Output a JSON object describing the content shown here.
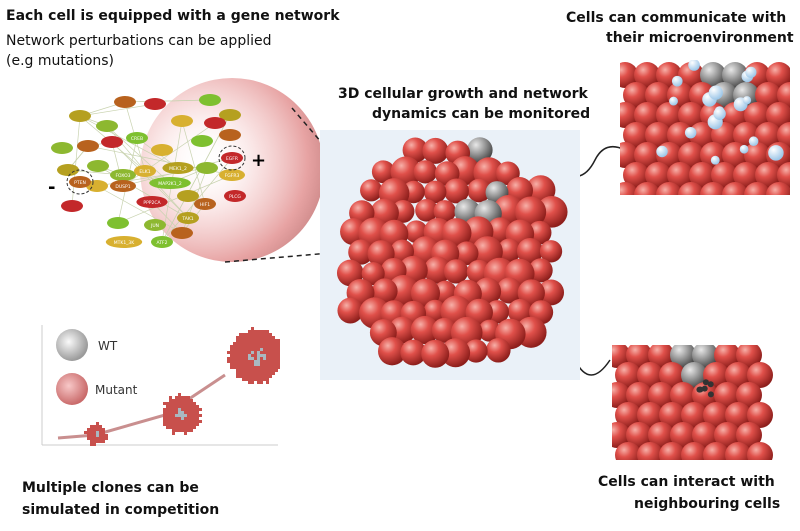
{
  "texts": {
    "gene_network_title": "Each cell is equipped with a gene network",
    "perturb_line1": "Network perturbations can be applied",
    "perturb_line2": "(e.g mutations)",
    "growth_line1": "3D cellular growth and network",
    "growth_line2": "dynamics can be monitored",
    "micro_line1": "Cells can communicate with",
    "micro_line2": "their microenvironment",
    "clones_line1": "Multiple clones can be",
    "clones_line2": "simulated in competition",
    "interact_line1": "Cells can interact with",
    "interact_line2": "neighbouring cells"
  },
  "network": {
    "minus_sign": "-",
    "plus_sign": "+",
    "nodes": [
      "PTEN",
      "EGFR",
      "FGFR3",
      "MAP2K1_2",
      "MEK1_2",
      "FOXO3",
      "DUSP1",
      "PPP2CA",
      "ELK1",
      "CREB",
      "TAK1",
      "JUN",
      "HIF1",
      "PLCG",
      "MTK1_3K",
      "ATF2"
    ]
  },
  "legend": {
    "wt": "WT",
    "mutant": "Mutant"
  },
  "colors": {
    "cell_red": "#d9423f",
    "wt_gray": "#9a9a9a",
    "signal_blue": "#b8d8f0",
    "backdrop": "#e8f0f8"
  }
}
